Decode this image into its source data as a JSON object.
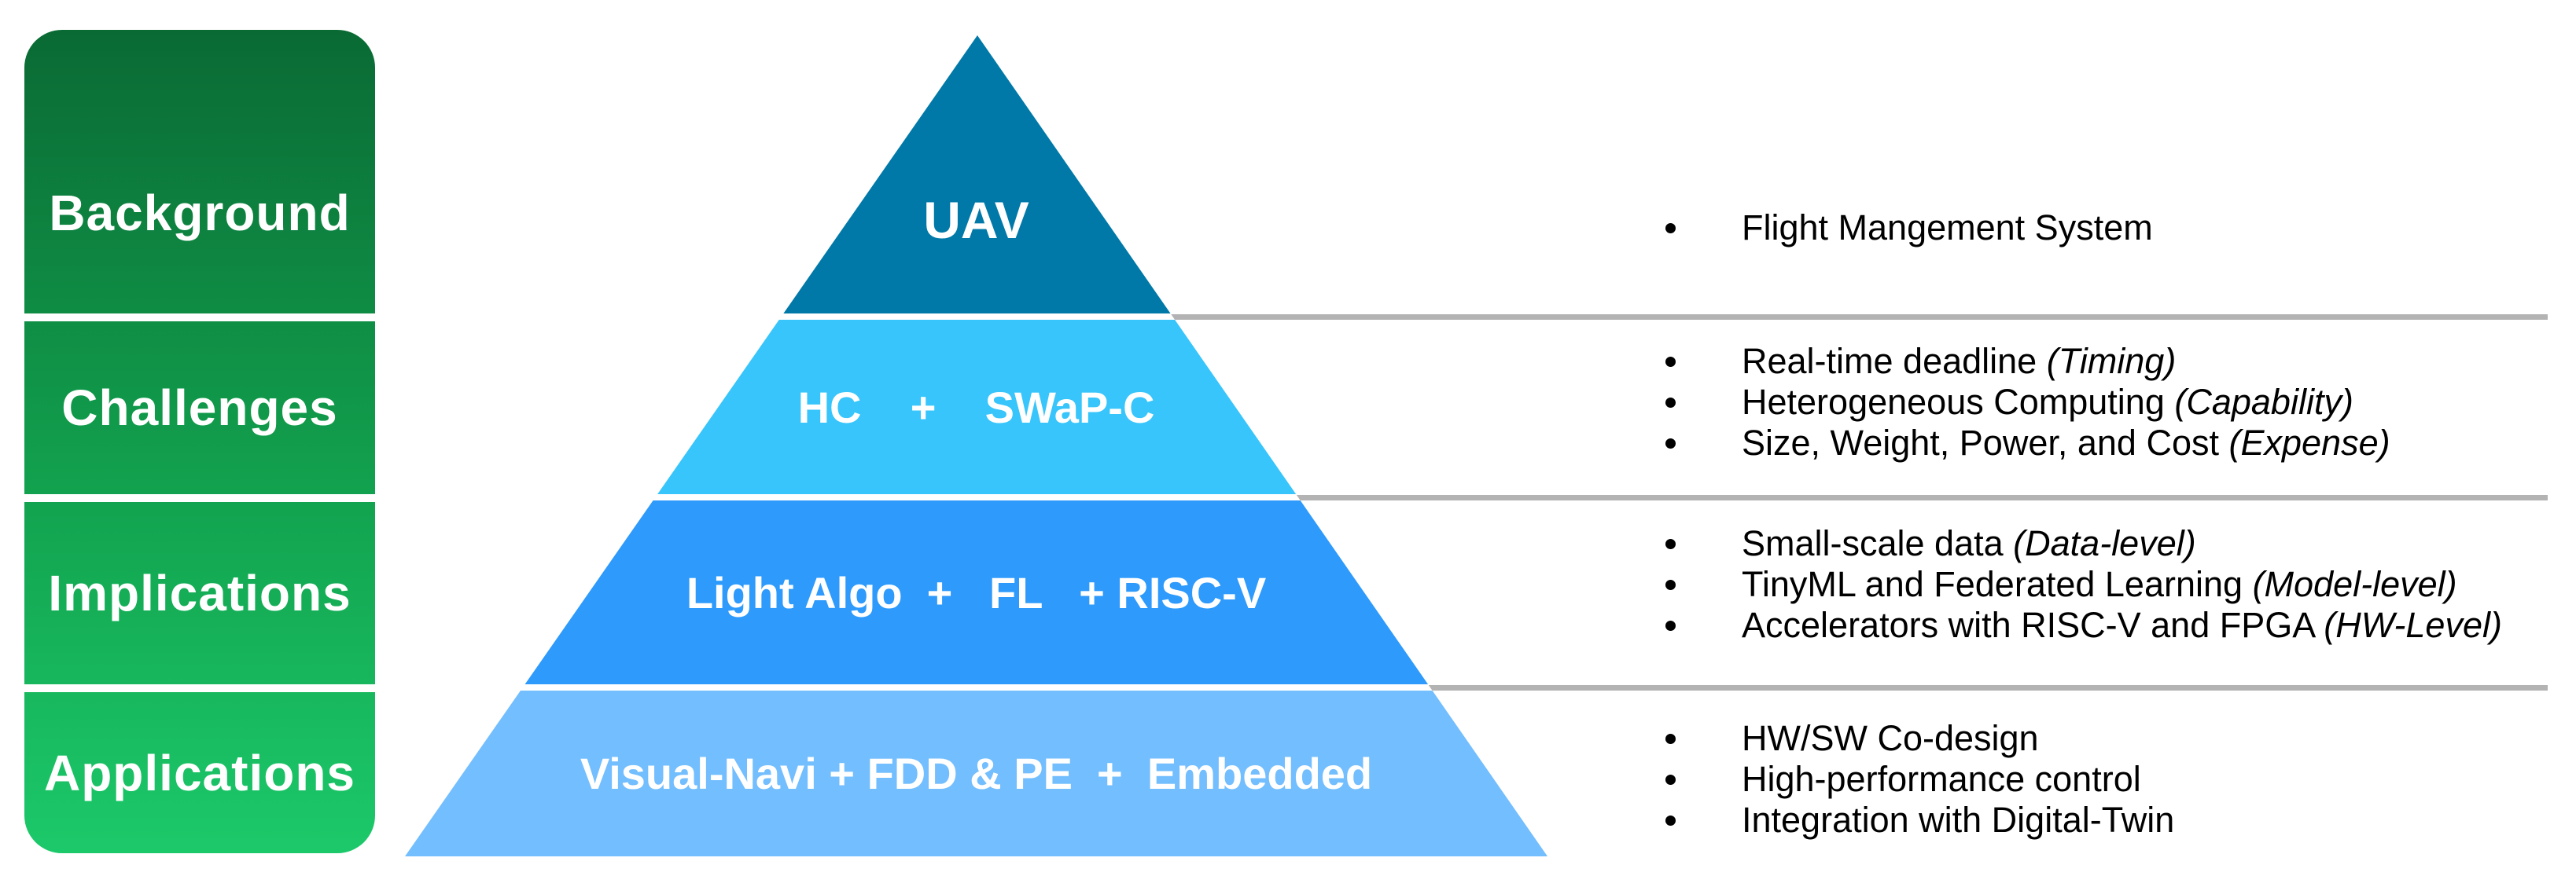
{
  "sidebar": {
    "gradient_top": "#0A6A34",
    "gradient_bottom": "#1CC96A",
    "items": [
      {
        "label": "Background"
      },
      {
        "label": "Challenges"
      },
      {
        "label": "Implications"
      },
      {
        "label": "Applications"
      }
    ]
  },
  "pyramid": {
    "levels": [
      {
        "label": "UAV",
        "color": "#0079A8"
      },
      {
        "label": "HC    +    SWaP-C",
        "color": "#37C5FB"
      },
      {
        "label": "Light Algo  +   FL   + RISC-V",
        "color": "#2D9AFC"
      },
      {
        "label": "Visual-Navi + FDD & PE  +  Embedded",
        "color": "#73BEFE"
      }
    ]
  },
  "separator_line_color": "#B3B3B3",
  "notes": {
    "rows": [
      {
        "bullets": [
          {
            "text": "Flight Mangement System",
            "italic": ""
          }
        ]
      },
      {
        "bullets": [
          {
            "text": "Real-time deadline ",
            "italic": "(Timing)"
          },
          {
            "text": "Heterogeneous Computing ",
            "italic": "(Capability)"
          },
          {
            "text": "Size, Weight, Power, and Cost ",
            "italic": "(Expense)"
          }
        ]
      },
      {
        "bullets": [
          {
            "text": "Small-scale data ",
            "italic": "(Data-level)"
          },
          {
            "text": "TinyML and Federated Learning ",
            "italic": "(Model-level)"
          },
          {
            "text": "Accelerators with RISC-V and FPGA ",
            "italic": "(HW-Level)"
          }
        ]
      },
      {
        "bullets": [
          {
            "text": "HW/SW Co-design",
            "italic": ""
          },
          {
            "text": "High-performance control",
            "italic": ""
          },
          {
            "text": "Integration with Digital-Twin",
            "italic": ""
          }
        ]
      }
    ]
  }
}
